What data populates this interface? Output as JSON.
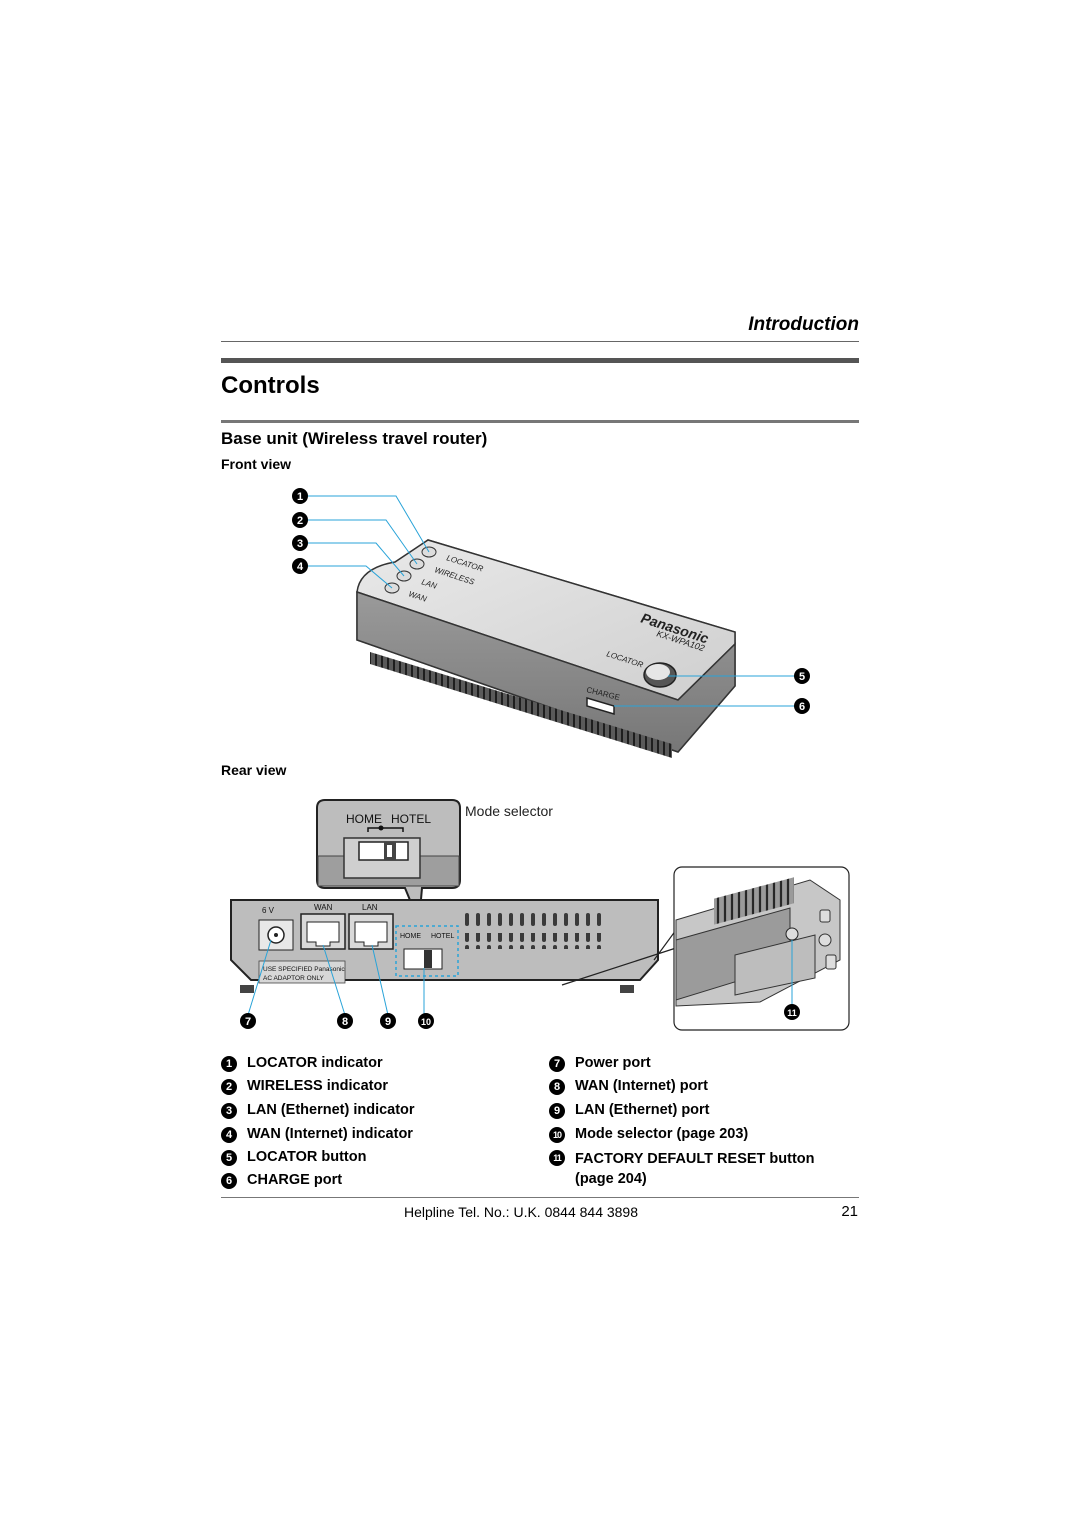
{
  "header": {
    "section": "Introduction"
  },
  "title": "Controls",
  "subtitle": "Base unit (Wireless travel router)",
  "front_view": {
    "heading": "Front view",
    "device_labels": {
      "brand": "Panasonic",
      "model": "KX-WPA102",
      "locator": "LOCATOR",
      "charge": "CHARGE",
      "led1": "LOCATOR",
      "led2": "WIRELESS",
      "led3": "LAN",
      "led4": "WAN"
    },
    "callouts": [
      "1",
      "2",
      "3",
      "4",
      "5",
      "6"
    ]
  },
  "rear_view": {
    "heading": "Rear view",
    "mode_selector_label": "Mode selector",
    "switch_labels": {
      "home": "HOME",
      "hotel": "HOTEL"
    },
    "port_labels": {
      "power": "6 V",
      "wan": "WAN",
      "lan": "LAN"
    },
    "adaptor_notice": [
      "USE SPECIFIED Panasonic",
      "AC ADAPTOR ONLY"
    ],
    "callouts": [
      "7",
      "8",
      "9",
      "10",
      "11"
    ]
  },
  "legend": {
    "left": [
      {
        "num": "1",
        "label": "LOCATOR indicator"
      },
      {
        "num": "2",
        "label": "WIRELESS indicator"
      },
      {
        "num": "3",
        "label": "LAN (Ethernet) indicator"
      },
      {
        "num": "4",
        "label": "WAN (Internet) indicator"
      },
      {
        "num": "5",
        "label": "LOCATOR button"
      },
      {
        "num": "6",
        "label": "CHARGE port"
      }
    ],
    "right": [
      {
        "num": "7",
        "label": "Power port"
      },
      {
        "num": "8",
        "label": "WAN (Internet) port"
      },
      {
        "num": "9",
        "label": "LAN (Ethernet) port"
      },
      {
        "num": "10",
        "label": "Mode selector (page 203)"
      },
      {
        "num": "11",
        "label": "FACTORY DEFAULT RESET button (page 204)"
      }
    ]
  },
  "footer": {
    "helpline": "Helpline Tel. No.: U.K. 0844 844 3898",
    "page_number": "21"
  }
}
